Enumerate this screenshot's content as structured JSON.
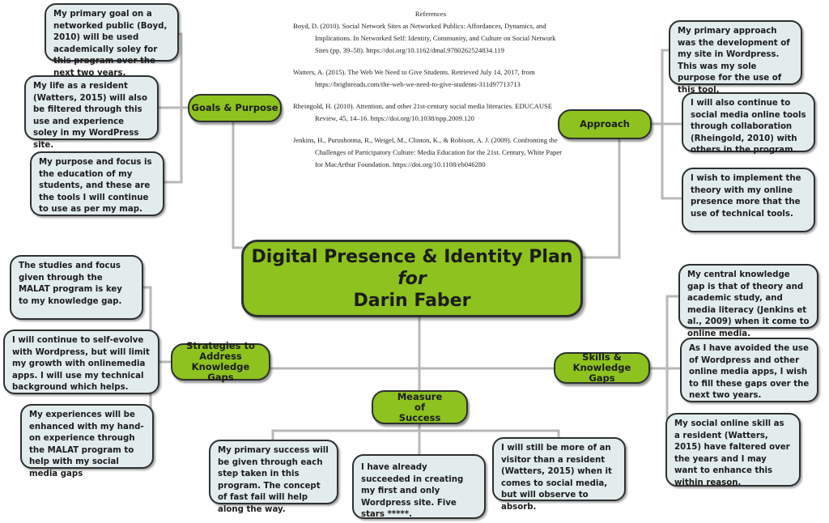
{
  "colors": {
    "node_fill": "#8dc21f",
    "leaf_fill": "#e2ecec",
    "border": "#2e3130",
    "connector": "#b8b8b8"
  },
  "center": {
    "line1": "Digital Presence & Identity Plan",
    "line2": "for",
    "line3": "Darin Faber"
  },
  "references": {
    "title": "References",
    "items": [
      "Boyd, D. (2010). Social Network Sites as Networked Publics: Affordances, Dynamics, and Implications. In Networked Self: Identity, Community, and Culture on Social Network Sites (pp. 39–58). https://doi.org/10.1162/dmal.9780262524834.119",
      "Watters, A. (2015). The Web We Need to Give Students. Retrieved July 14, 2017, from https://brightreads.com/the-web-we-need-to-give-students-311d97713713",
      "Rheingold, H. (2010). Attention, and other 21st-century social media literacies. EDUCAUSE Review, 45, 14–16. https://doi.org/10.1038/npp.2009.120",
      "Jenkins, H., Purushotma, R., Weigel, M., Clinton, K., & Robison, A. J. (2009). Confronting the Challenges of Participatory Culture: Media Education for the 21st. Century, White Paper for MacArthur Foundation. https://doi.org/10.1108/eb046280"
    ]
  },
  "goals": {
    "label": "Goals & Purpose",
    "items": [
      "My primary goal on a networked public (Boyd, 2010) will be used academically soley for this program over the next two years.",
      "My life as a resident (Watters, 2015) will also be filtered through this use and experience soley in my WordPress site.",
      "My purpose and focus is the education of my students, and these are the tools I will continue to use as per my map."
    ]
  },
  "approach": {
    "label": "Approach",
    "items": [
      "My primary approach was the development of my site in Wordpress. This was my sole purpose for the use of this tool.",
      "I will also continue to social media online tools through collaboration (Rheingold, 2010) with others in the program.",
      "I wish to implement the theory with my online presence more that the use of technical tools."
    ]
  },
  "strategies": {
    "label": "Strategies to Address Knowledge Gaps",
    "items": [
      "The studies and focus given through the  MALAT program is key to my knowledge gap.",
      "I will continue to self-evolve with Wordpress, but will limit my growth with onlinemedia apps. I will use my technical background which helps.",
      "My experiences will be enhanced with my hand-on experience through the MALAT program to help with my social media gaps"
    ]
  },
  "skills": {
    "label": "Skills & Knowledge Gaps",
    "items": [
      "My central knowledge gap is that of theory and academic study, and media literacy (Jenkins et al., 2009) when it come to online media.",
      "As I have avoided the use of Wordpress and other online media apps, I wish to fill these gaps over the next two years.",
      "My social online skill as a resident (Watters, 2015) have faltered over the years and I may want to enhance this within reason."
    ]
  },
  "measure": {
    "label": "Measure of Success",
    "items": [
      "My primary success will be given through each step taken in this program. The concept of fast fail will help along the way.",
      "I have already succeeded in creating my first and only Wordpress site. Five stars *****.",
      "I will still be more of an visitor than a resident (Watters, 2015) when it comes to social media, but will observe to absorb."
    ]
  }
}
